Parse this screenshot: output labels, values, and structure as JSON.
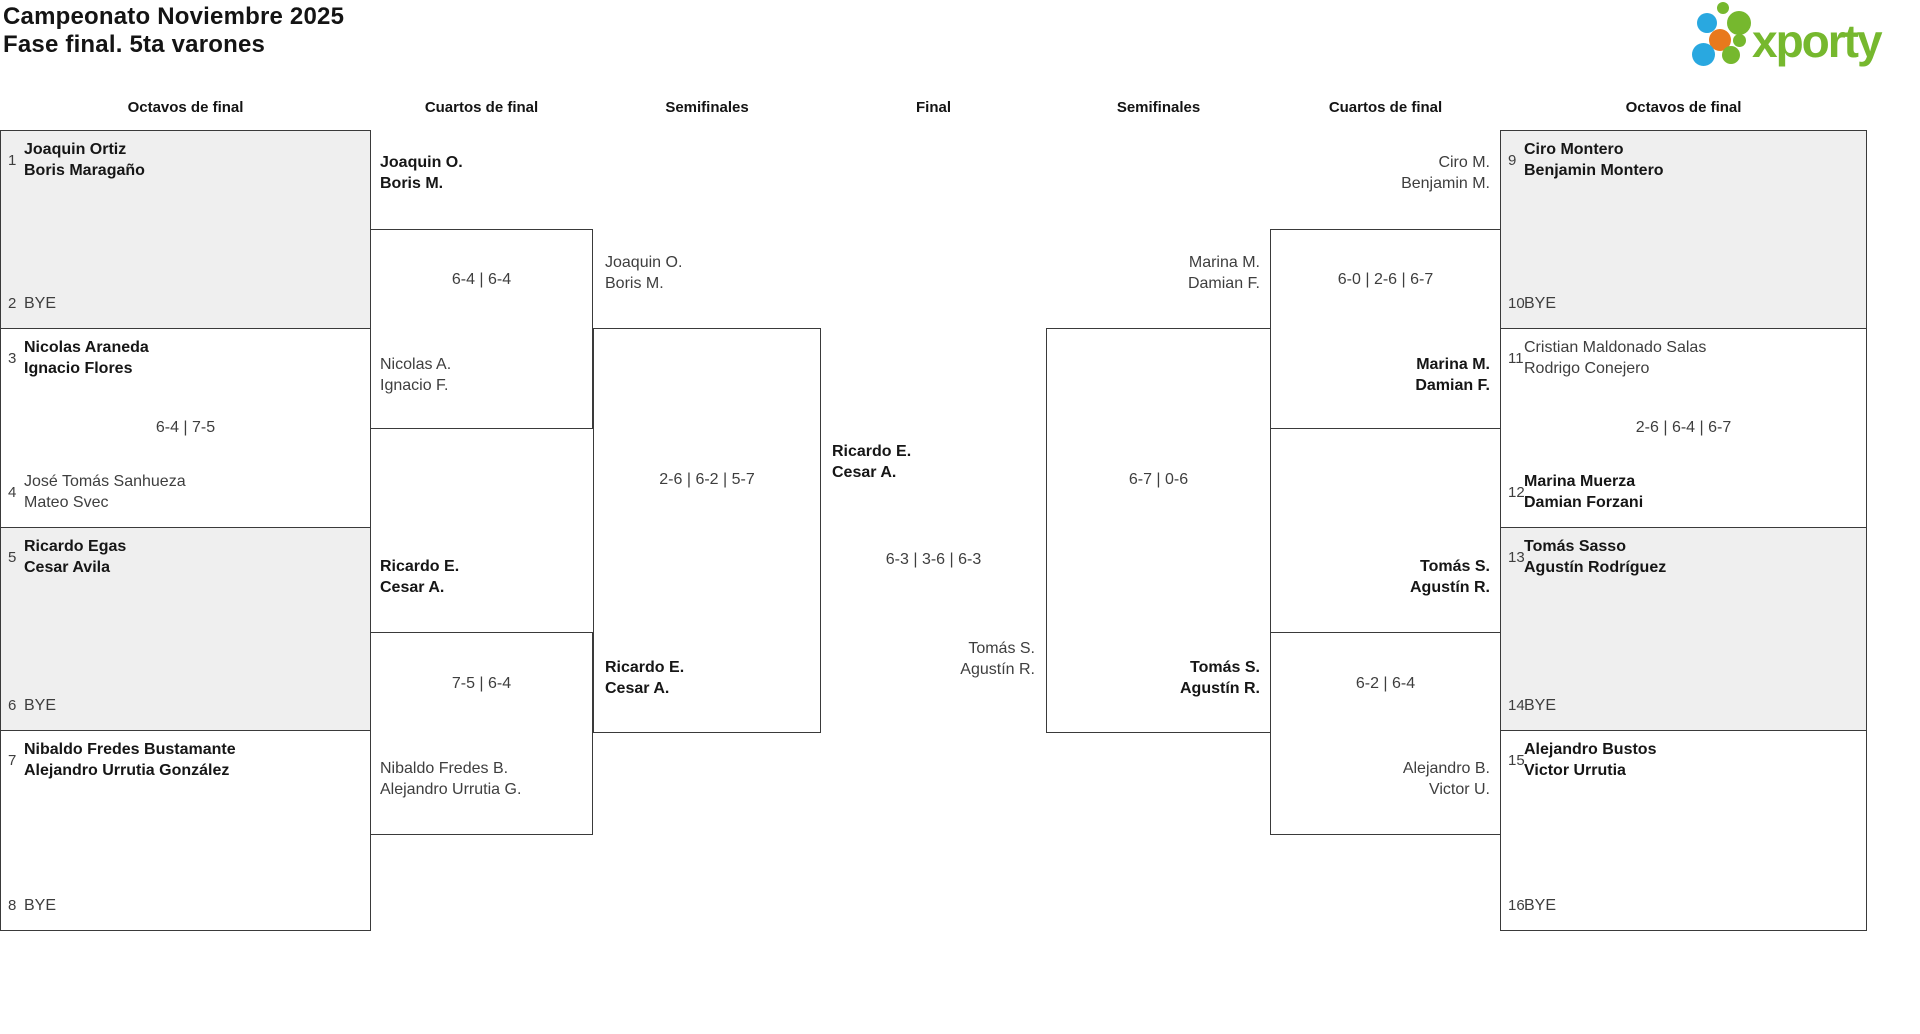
{
  "header": {
    "title_line1": "Campeonato Noviembre 2025",
    "title_line2": "Fase final. 5ta varones"
  },
  "logo": {
    "text": "xporty"
  },
  "colors": {
    "accent_green": "#76b82e",
    "accent_blue": "#29a8e0",
    "accent_orange": "#e8791d",
    "shaded": "#efefef",
    "line": "#3a3a3a"
  },
  "round_headers": [
    "Octavos de final",
    "Cuartos de final",
    "Semifinales",
    "Final",
    "Semifinales",
    "Cuartos de final",
    "Octavos de final"
  ],
  "octavos": [
    {
      "top": {
        "seed": "1",
        "line1": "Joaquin Ortiz",
        "line2": "Boris Maragaño"
      },
      "score": "",
      "bottom": {
        "seed": "2",
        "line1": "BYE",
        "line2": ""
      }
    },
    {
      "top": {
        "seed": "3",
        "line1": "Nicolas Araneda",
        "line2": "Ignacio Flores"
      },
      "score": "6-4 | 7-5",
      "bottom": {
        "seed": "4",
        "line1": "José Tomás Sanhueza",
        "line2": "Mateo Svec"
      }
    },
    {
      "top": {
        "seed": "5",
        "line1": "Ricardo Egas",
        "line2": "Cesar Avila"
      },
      "score": "",
      "bottom": {
        "seed": "6",
        "line1": "BYE",
        "line2": ""
      }
    },
    {
      "top": {
        "seed": "7",
        "line1": "Nibaldo Fredes Bustamante",
        "line2": "Alejandro Urrutia González"
      },
      "score": "",
      "bottom": {
        "seed": "8",
        "line1": "BYE",
        "line2": ""
      }
    },
    {
      "top": {
        "seed": "9",
        "line1": "Ciro Montero",
        "line2": "Benjamin Montero"
      },
      "score": "",
      "bottom": {
        "seed": "10",
        "line1": "BYE",
        "line2": ""
      }
    },
    {
      "top": {
        "seed": "11",
        "line1": "Cristian Maldonado Salas",
        "line2": "Rodrigo Conejero"
      },
      "score": "2-6 | 6-4 | 6-7",
      "bottom": {
        "seed": "12",
        "line1": "Marina Muerza",
        "line2": "Damian Forzani"
      }
    },
    {
      "top": {
        "seed": "13",
        "line1": "Tomás Sasso",
        "line2": "Agustín Rodríguez"
      },
      "score": "",
      "bottom": {
        "seed": "14",
        "line1": "BYE",
        "line2": ""
      }
    },
    {
      "top": {
        "seed": "15",
        "line1": "Alejandro Bustos",
        "line2": "Victor Urrutia"
      },
      "score": "",
      "bottom": {
        "seed": "16",
        "line1": "BYE",
        "line2": ""
      }
    }
  ],
  "matches": {
    "qf_l1": {
      "top": {
        "line1": "Joaquin O.",
        "line2": "Boris M."
      },
      "score": "6-4 | 6-4",
      "bottom": {
        "line1": "Nicolas A.",
        "line2": "Ignacio F."
      }
    },
    "qf_l2": {
      "top": {
        "line1": "Ricardo E.",
        "line2": "Cesar A."
      },
      "score": "7-5 | 6-4",
      "bottom": {
        "line1": "Nibaldo Fredes B.",
        "line2": "Alejandro Urrutia G."
      }
    },
    "sf_l": {
      "top": {
        "line1": "Joaquin O.",
        "line2": "Boris M."
      },
      "score": "2-6 | 6-2 | 5-7",
      "bottom": {
        "line1": "Ricardo E.",
        "line2": "Cesar A."
      }
    },
    "final": {
      "winner": {
        "line1": "Ricardo E.",
        "line2": "Cesar A."
      },
      "score": "6-3 | 3-6 | 6-3",
      "runner_up": {
        "line1": "Tomás S.",
        "line2": "Agustín R."
      }
    },
    "sf_r": {
      "top": {
        "line1": "Marina M.",
        "line2": "Damian F."
      },
      "score": "6-7 | 0-6",
      "bottom": {
        "line1": "Tomás S.",
        "line2": "Agustín R."
      }
    },
    "qf_r1": {
      "top": {
        "line1": "Ciro M.",
        "line2": "Benjamin M."
      },
      "score": "6-0 | 2-6 | 6-7",
      "bottom": {
        "line1": "Marina M.",
        "line2": "Damian F."
      }
    },
    "qf_r2": {
      "top": {
        "line1": "Tomás S.",
        "line2": "Agustín R."
      },
      "score": "6-2 | 6-4",
      "bottom": {
        "line1": "Alejandro B.",
        "line2": "Victor U."
      }
    }
  }
}
